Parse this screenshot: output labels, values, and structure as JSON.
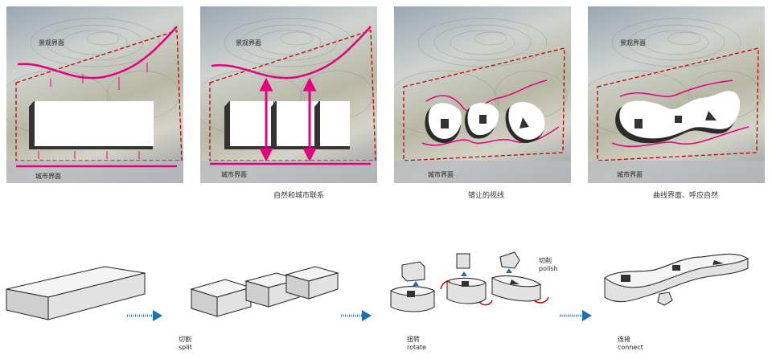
{
  "panels": [
    {
      "label_top": "景观界面",
      "label_bottom": "城市界面",
      "caption": ""
    },
    {
      "label_top": "景观界面",
      "label_bottom": "城市界面",
      "caption": "自然和城市联系"
    },
    {
      "label_top": "",
      "label_bottom": "城市界面",
      "caption": "错让的视线"
    },
    {
      "label_top": "景观界面",
      "label_bottom": "城市界面",
      "caption": "曲线界面、呼应自然"
    }
  ],
  "steps": [
    {
      "zh": "",
      "en": ""
    },
    {
      "zh": "切割",
      "en": "split"
    },
    {
      "zh": "扭转",
      "en": "rotate"
    },
    {
      "zh": "连接",
      "en": "connect"
    }
  ],
  "polish": {
    "zh": "切削",
    "en": "polish"
  },
  "colors": {
    "magenta": "#e6007e",
    "dashed": "#c00000",
    "blue": "#1f6fb5"
  }
}
